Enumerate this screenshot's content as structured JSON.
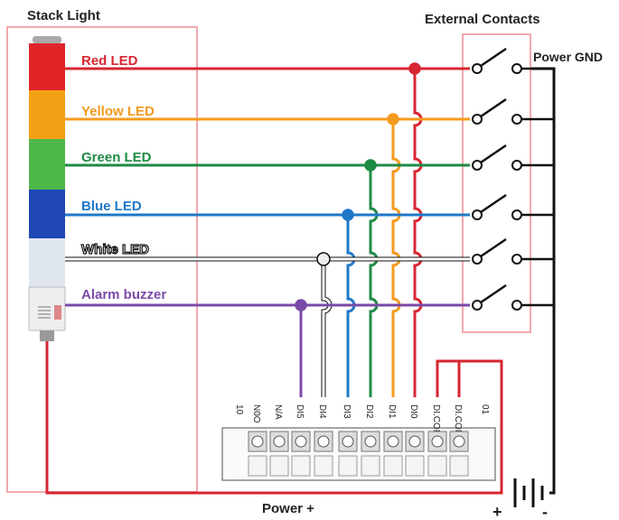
{
  "titles": {
    "stack_light": "Stack Light",
    "external_contacts": "External Contacts",
    "power_gnd": "Power GND",
    "power_plus": "Power +",
    "plus_sign": "+",
    "minus_sign": "-"
  },
  "signals": [
    {
      "label": "Red LED",
      "color": "#d62631",
      "pin": "DI0"
    },
    {
      "label": "Yellow LED",
      "color": "#f39a1e",
      "pin": "DI1"
    },
    {
      "label": "Green LED",
      "color": "#1e8a45",
      "pin": "DI2"
    },
    {
      "label": "Blue LED",
      "color": "#1f78c8",
      "pin": "DI3"
    },
    {
      "label": "White LED",
      "color": "#ffffff",
      "pin": "DI4"
    },
    {
      "label": "Alarm buzzer",
      "color": "#7b4aa8",
      "pin": "DI5"
    }
  ],
  "connector": {
    "left_number": "10",
    "right_number": "01",
    "pins": [
      "N0O",
      "N/A",
      "DI5",
      "DI4",
      "DI3",
      "DI2",
      "DI1",
      "DI0",
      "DI.COM",
      "DI.COM"
    ]
  },
  "colors": {
    "power": "#d62631",
    "gnd": "#111111",
    "frame": "#f1a9ad"
  }
}
